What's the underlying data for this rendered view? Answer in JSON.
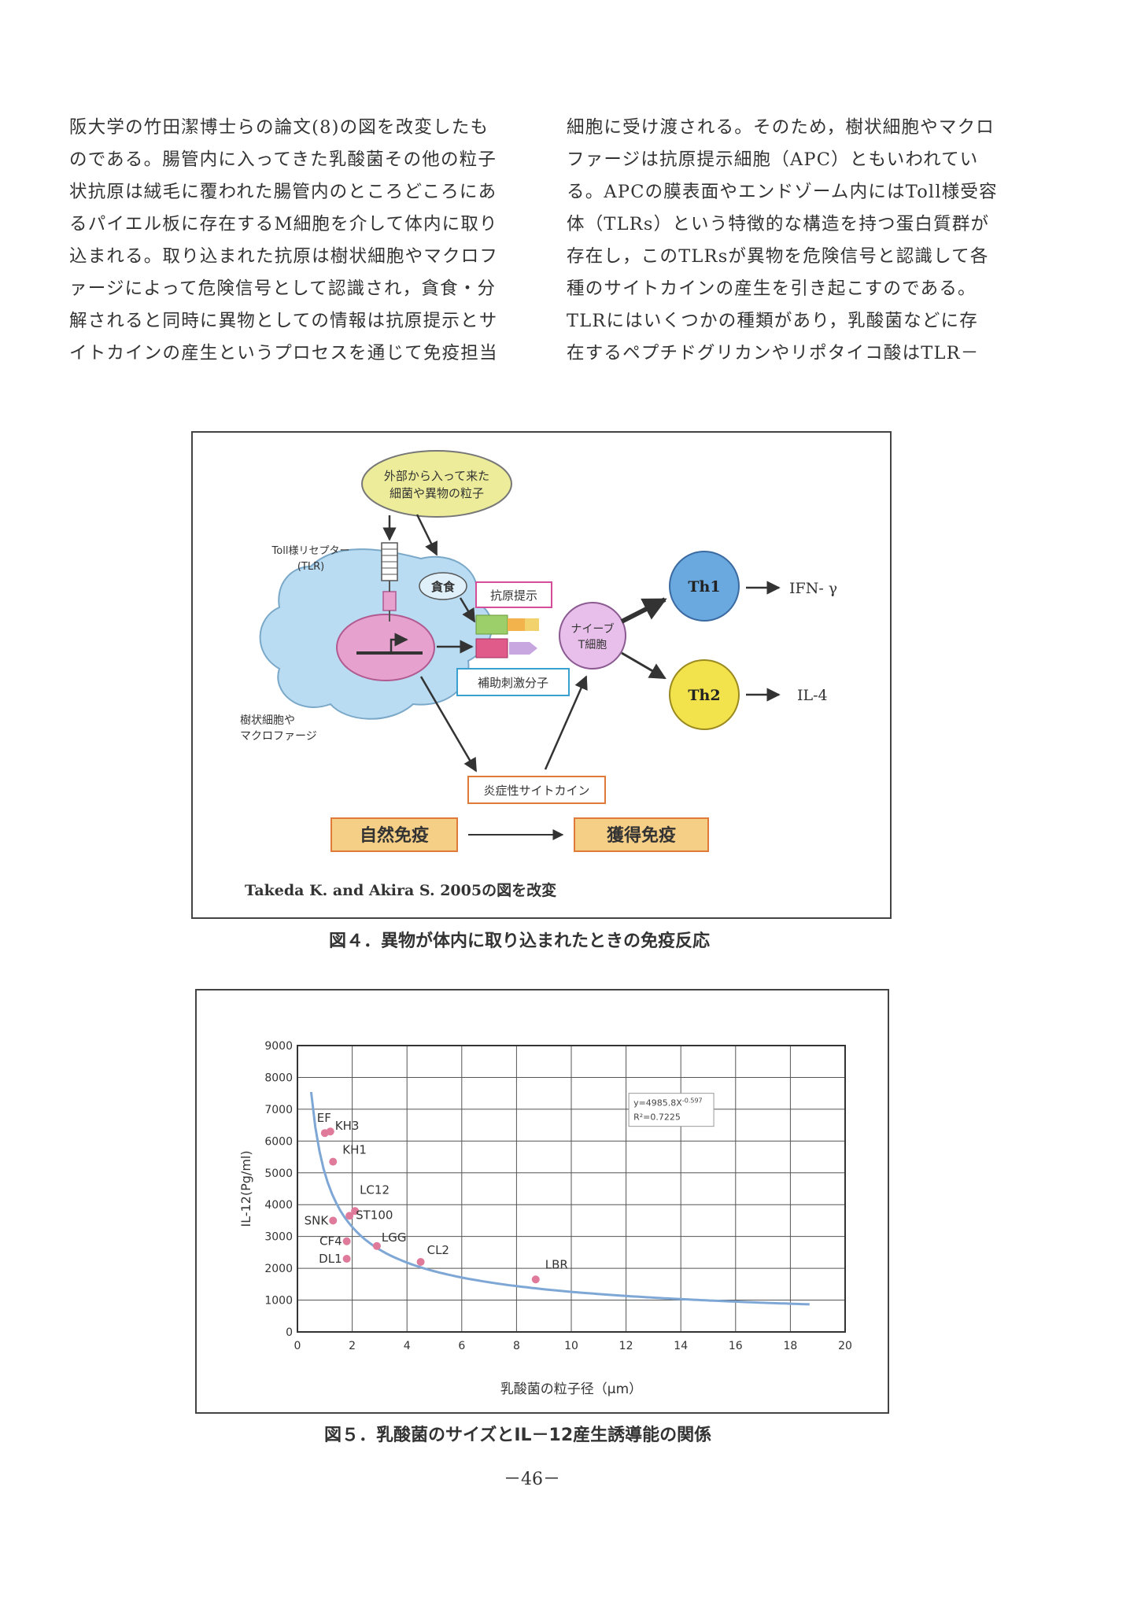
{
  "body_text": {
    "left_lines": [
      "阪大学の竹田潔博士らの論文(8)の図を改変したも",
      "のである。腸管内に入ってきた乳酸菌その他の粒子",
      "状抗原は絨毛に覆われた腸管内のところどころにあ",
      "るパイエル板に存在するM細胞を介して体内に取り",
      "込まれる。取り込まれた抗原は樹状細胞やマクロフ",
      "ァージによって危険信号として認識され，貪食・分",
      "解されると同時に異物としての情報は抗原提示とサ",
      "イトカインの産生というプロセスを通じて免疫担当"
    ],
    "right_lines": [
      "細胞に受け渡される。そのため，樹状細胞やマクロ",
      "ファージは抗原提示細胞（APC）ともいわれてい",
      "る。APCの膜表面やエンドゾーム内にはToll様受容",
      "体（TLRs）という特徴的な構造を持つ蛋白質群が",
      "存在し，このTLRsが異物を危険信号と認識して各",
      "種のサイトカインの産生を引き起こすのである。",
      "TLRにはいくつかの種類があり，乳酸菌などに存",
      "在するペプチドグリカンやリポタイコ酸はTLR－"
    ]
  },
  "figure4": {
    "bubble_line1": "外部から入って来た",
    "bubble_line2": "細菌や異物の粒子",
    "tlr_line1": "Toll様リセプター",
    "tlr_line2": "(TLR)",
    "phagocytosis": "貪食",
    "antigen_presentation": "抗原提示",
    "costim": "補助刺激分子",
    "naive_line1": "ナイーブ",
    "naive_line2": "T細胞",
    "th1": "Th1",
    "th2": "Th2",
    "ifn": "IFN- γ",
    "il4": "IL-4",
    "cell_line1": "樹状細胞や",
    "cell_line2": "マクロファージ",
    "inflammatory": "炎症性サイトカイン",
    "innate": "自然免疫",
    "acquired": "獲得免疫",
    "credit": "Takeda K. and Akira S. 2005の図を改変",
    "caption": "図４．異物が体内に取り込まれたときの免疫反応"
  },
  "figure5": {
    "caption": "図５．乳酸菌のサイズとIL－12産生誘導能の関係"
  },
  "page_number": "－46－",
  "colors": {
    "cell_fill": "#b9dcf2",
    "nucleus": "#e7a1cf",
    "th1": "#6aa8e0",
    "th2": "#f2e24c",
    "naive": "#e8bfea",
    "bubble": "#ecec9a",
    "box_orange": "#f5cf86",
    "curve": "#7ea7d6",
    "points": "#e07a9a"
  },
  "chart_data": {
    "type": "scatter",
    "xlabel": "乳酸菌の粒子径（μm）",
    "ylabel": "IL-12(Pg/ml)",
    "xlim": [
      0,
      20
    ],
    "ylim": [
      0,
      9000
    ],
    "xticks": [
      "0",
      "2",
      "4",
      "6",
      "8",
      "10",
      "12",
      "14",
      "16",
      "18",
      "20"
    ],
    "yticks": [
      "0",
      "1000",
      "2000",
      "3000",
      "4000",
      "5000",
      "6000",
      "7000",
      "8000",
      "9000"
    ],
    "grid": true,
    "annotation_line1": "y=4985.8X",
    "annotation_exp": "-0.597",
    "annotation_line2": "R²=0.7225",
    "fit": {
      "coefficient": 4985.8,
      "exponent": -0.597,
      "x_range": [
        0.5,
        18.7
      ]
    },
    "points": [
      {
        "label": "EF",
        "x": 1.0,
        "y": 6250
      },
      {
        "label": "KH3",
        "x": 1.2,
        "y": 6300
      },
      {
        "label": "KH1",
        "x": 1.3,
        "y": 5350
      },
      {
        "label": "LC12",
        "x": 2.1,
        "y": 3800
      },
      {
        "label": "ST100",
        "x": 1.9,
        "y": 3650
      },
      {
        "label": "SNK",
        "x": 1.3,
        "y": 3500
      },
      {
        "label": "CF4",
        "x": 1.8,
        "y": 2850
      },
      {
        "label": "DL1",
        "x": 1.8,
        "y": 2300
      },
      {
        "label": "LGG",
        "x": 2.9,
        "y": 2700
      },
      {
        "label": "CL2",
        "x": 4.5,
        "y": 2200
      },
      {
        "label": "LBR",
        "x": 8.7,
        "y": 1650
      }
    ]
  }
}
